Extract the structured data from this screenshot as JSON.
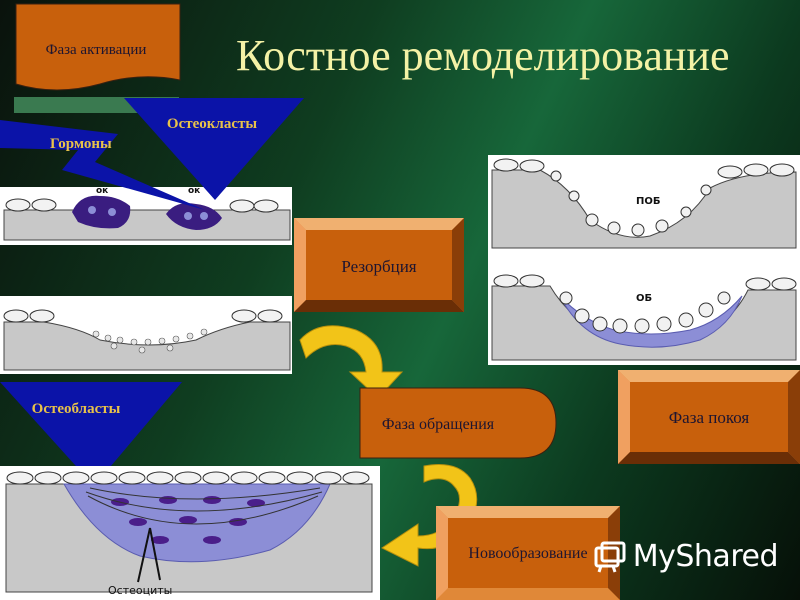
{
  "title": "Костное ремоделирование",
  "labels": {
    "activation_phase": "Фаза активации",
    "hormones": "Гормоны",
    "osteoclasts": "Остеокласты",
    "ok_left": "ок",
    "ok_right": "ок",
    "resorption": "Резорбция",
    "reversal_phase": "Фаза обращения",
    "osteoblasts": "Остеобласты",
    "new_formation": "Новообразование",
    "rest_phase": "Фаза покоя",
    "pob": "ПОБ",
    "ob": "ОБ",
    "osteocytes": "Остеоциты"
  },
  "watermark": "MyShared",
  "colors": {
    "box_fill": "#c8600c",
    "triangle": "#0b13a8",
    "arrow": "#f2c418",
    "bone": "#c8c8c8",
    "osteoid": "#8c8ed6",
    "cell_dark": "#3a1d80"
  }
}
